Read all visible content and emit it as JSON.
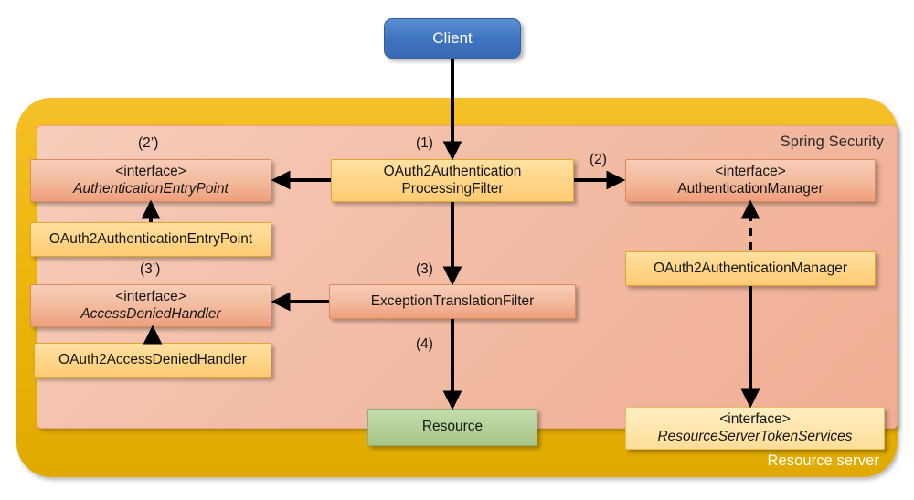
{
  "diagram": {
    "title": "Spring Security OAuth2 resource server flow",
    "colors": {
      "client": "#3f74c0",
      "resource_server_panel": "#efb810",
      "spring_security_panel": "#f3bda6",
      "interface_box": "#f3b99c",
      "implementation_box": "#ffd587",
      "resource_box": "#b4d198",
      "arrow": "#000000"
    }
  },
  "panels": {
    "spring_security": {
      "caption": "Spring Security"
    },
    "resource_server": {
      "caption": "Resource server"
    }
  },
  "nodes": {
    "client": {
      "label": "Client"
    },
    "auth_entry_point_interface": {
      "stereotype": "<interface>",
      "name": "AuthenticationEntryPoint",
      "italic": true
    },
    "oauth2_auth_entry_point": {
      "label": "OAuth2AuthenticationEntryPoint"
    },
    "access_denied_handler_interface": {
      "stereotype": "<interface>",
      "name": "AccessDeniedHandler",
      "italic": true
    },
    "oauth2_access_denied_handler": {
      "label": "OAuth2AccessDeniedHandler"
    },
    "oauth2_processing_filter": {
      "line1": "OAuth2Authentication",
      "line2": "ProcessingFilter"
    },
    "exception_translation_filter": {
      "label": "ExceptionTranslationFilter"
    },
    "resource": {
      "label": "Resource"
    },
    "authentication_manager_interface": {
      "stereotype": "<interface>",
      "name": "AuthenticationManager",
      "italic": false
    },
    "oauth2_authentication_manager": {
      "label": "OAuth2AuthenticationManager"
    },
    "resource_server_token_services": {
      "stereotype": "<interface>",
      "name": "ResourceServerTokenServices",
      "italic": true
    }
  },
  "steps": {
    "s1": "(1)",
    "s2": "(2)",
    "s2p": "(2’)",
    "s3": "(3)",
    "s3p": "(3’)",
    "s4": "(4)"
  }
}
